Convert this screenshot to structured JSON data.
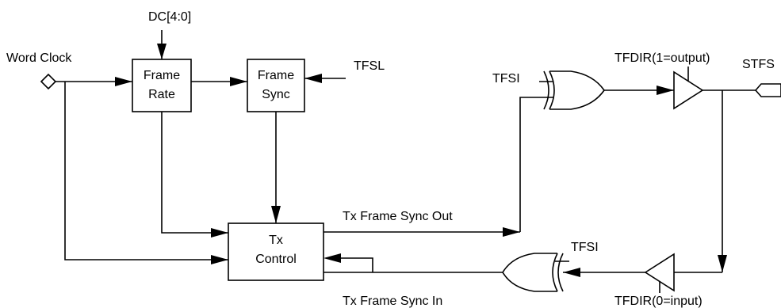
{
  "signals": {
    "dc": "DC[4:0]",
    "word_clock": "Word Clock",
    "tfsl": "TFSL",
    "tfsi_top": "TFSI",
    "tfsi_bottom": "TFSI",
    "tfdir_output": "TFDIR(1=output)",
    "stfs": "STFS",
    "tfdir_input": "TFDIR(0=input)",
    "tx_frame_sync_out": "Tx Frame Sync Out",
    "tx_frame_sync_in": "Tx Frame Sync In"
  },
  "blocks": {
    "frame_rate": {
      "line1": "Frame",
      "line2": "Rate"
    },
    "frame_sync": {
      "line1": "Frame",
      "line2": "Sync"
    },
    "tx_control": {
      "line1": "Tx",
      "line2": "Control"
    }
  }
}
